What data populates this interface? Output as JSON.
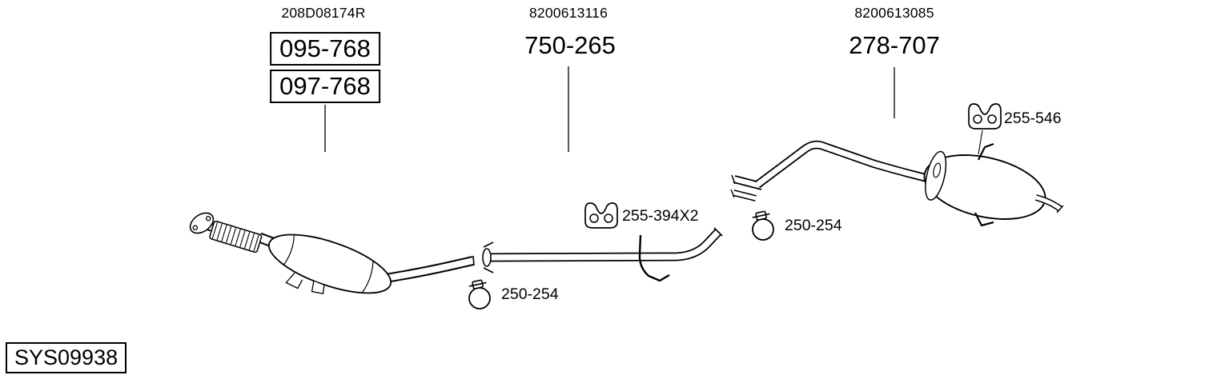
{
  "colors": {
    "ink": "#000000",
    "background": "#ffffff"
  },
  "diagram": {
    "system_code": "SYS09938",
    "sections": {
      "front": {
        "oem_ref": "208D08174R",
        "parts": [
          "095-768",
          "097-768"
        ]
      },
      "center": {
        "oem_ref": "8200613116",
        "part": "750-265"
      },
      "rear": {
        "oem_ref": "8200613085",
        "part": "278-707"
      }
    },
    "fittings": {
      "rear_hanger": "255-546",
      "center_hanger": "255-394X2",
      "rear_clamp": "250-254",
      "center_clamp": "250-254"
    },
    "icons": [
      "rubber-hanger-icon",
      "pipe-clamp-icon"
    ]
  }
}
